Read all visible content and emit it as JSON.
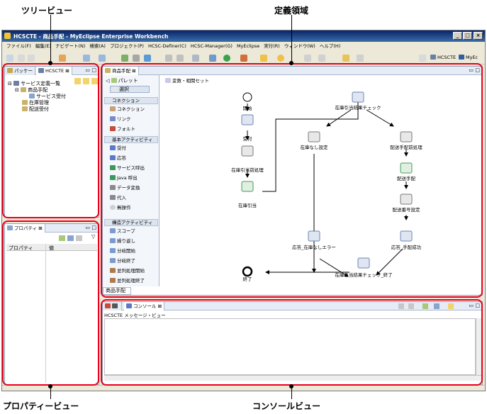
{
  "callouts": {
    "tree_view": "ツリービュー",
    "definition_area": "定義領域",
    "property_view": "プロパティービュー",
    "console_view": "コンソールビュー"
  },
  "window": {
    "title": "HCSCTE - 商品手配 - MyEclipse Enterprise Workbench",
    "controls": [
      "_",
      "□",
      "×"
    ]
  },
  "menu": [
    "ファイル(F)",
    "編集(E)",
    "ナビゲート(N)",
    "検索(A)",
    "プロジェクト(P)",
    "HCSC-Definer(C)",
    "HCSC-Manager(G)",
    "MyEclipse",
    "実行(R)",
    "ウィンドウ(W)",
    "ヘルプ(H)"
  ],
  "perspectives": [
    "HCSCTE",
    "MyEc"
  ],
  "tree_panel": {
    "tabs": [
      "パッケー",
      "HCSCTE"
    ],
    "root": "サービス定義一覧",
    "items": [
      "商品手配",
      "サービス受付",
      "在庫管理",
      "配送受付"
    ]
  },
  "property_panel": {
    "tab": "プロパティ",
    "col_property": "プロパティ",
    "col_value": "値"
  },
  "editor": {
    "tab": "商品手配",
    "bottom_tab": "商品手配",
    "palette_label": "パレット",
    "select": "選択",
    "variable_set": "変数・相関セット",
    "categories": {
      "connection": "コネクション",
      "basic": "基本アクティビティ",
      "structure": "構造アクティビティ"
    },
    "connection_items": [
      "コネクション",
      "リンク",
      "フォルト"
    ],
    "basic_items": [
      "受付",
      "応答",
      "サービス呼出",
      "Java 呼出",
      "データ変換",
      "代入",
      "無操作"
    ],
    "structure_items": [
      "スコープ",
      "繰り返し",
      "分岐開始",
      "分岐終了",
      "並列処理開始",
      "並列処理終了"
    ]
  },
  "flow": {
    "start": "開始",
    "receive": "受付",
    "pre_stock": "在庫引当前処理",
    "stock": "在庫引当",
    "check": "在庫引当結果チェック",
    "no_stock": "在庫なし設定",
    "pre_delivery": "配送手配前処理",
    "delivery": "配送手配",
    "number_set": "配送番号設定",
    "resp_err": "応答_在庫なしエラー",
    "resp_ok": "応答_手配成功",
    "check_end": "在庫引当結果チェック_終了",
    "end": "終了"
  },
  "console": {
    "tabs": [
      "コンソール"
    ],
    "subtitle": "HCSCTE メッセージ・ビュー"
  },
  "colors": {
    "callout_border": "#e8001c",
    "titlebar": "#0a246a",
    "panel_border": "#8ea3bd"
  }
}
